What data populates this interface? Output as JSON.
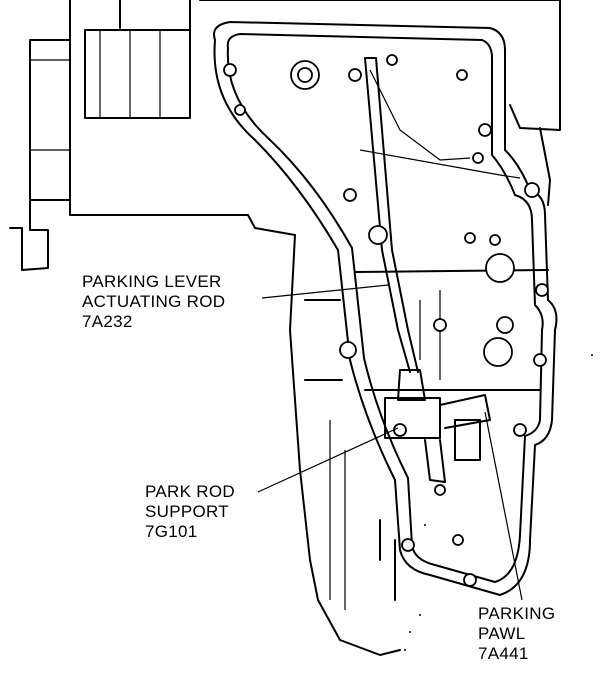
{
  "callouts": [
    {
      "id": "parking-lever-actuating-rod",
      "lines": [
        "PARKING LEVER",
        "ACTUATING ROD",
        "7A232"
      ]
    },
    {
      "id": "park-rod-support",
      "lines": [
        "PARK ROD",
        "SUPPORT",
        "7G101"
      ]
    },
    {
      "id": "parking-pawl",
      "lines": [
        "PARKING",
        "PAWL",
        "7A441"
      ]
    }
  ]
}
